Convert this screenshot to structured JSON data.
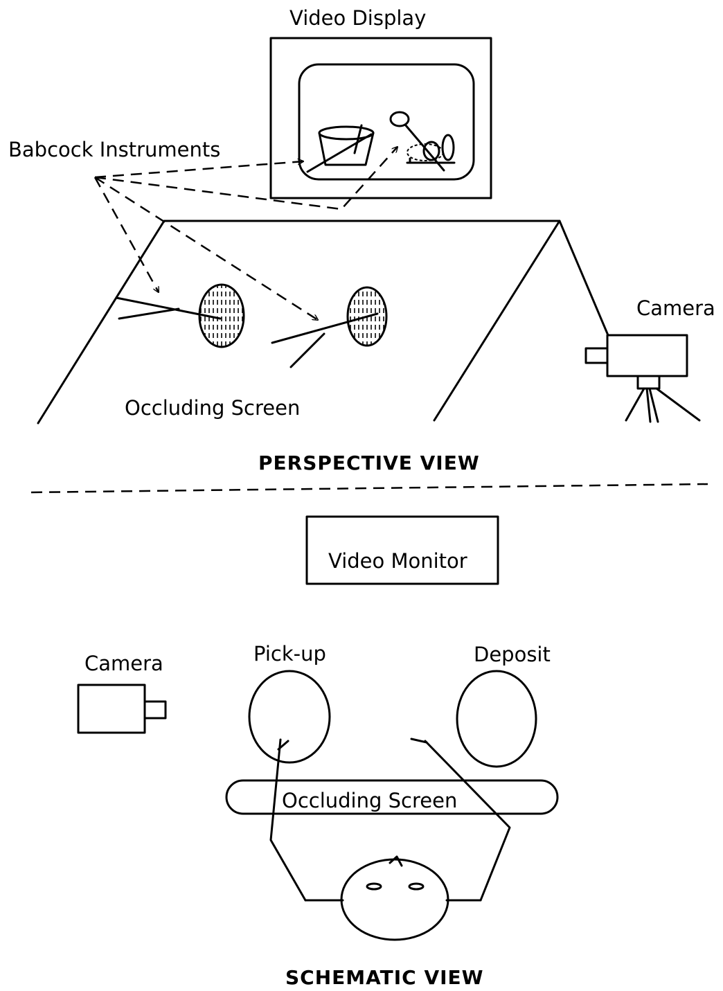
{
  "perspective": {
    "video_display_label": "Video Display",
    "babcock_label": "Babcock Instruments",
    "camera_label": "Camera",
    "occluding_label": "Occluding Screen",
    "view_title": "PERSPECTIVE VIEW"
  },
  "schematic": {
    "monitor_label": "Video Monitor",
    "camera_label": "Camera",
    "pickup_label": "Pick-up",
    "deposit_label": "Deposit",
    "occluding_label": "Occluding Screen",
    "view_title": "SCHEMATIC VIEW"
  }
}
